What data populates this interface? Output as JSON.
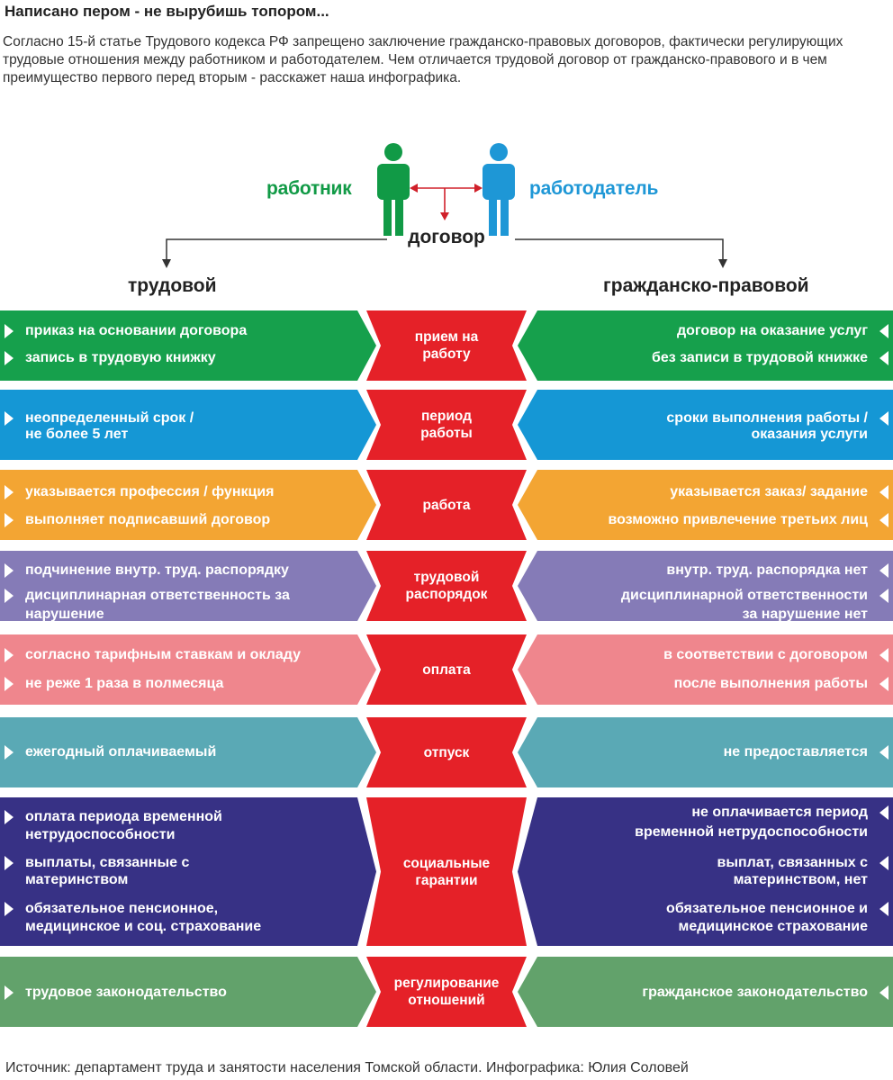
{
  "headline": "Написано пером - не вырубишь топором...",
  "intro": "Согласно 15-й статье Трудового кодекса РФ запрещено заключение гражданско-правовых договоров, фактически регулирующих трудовые отношения между работником и работодателем. Чем отличается трудовой договор от гражданско-правового и в чем преимущество первого перед вторым - расскажет наша инфографика.",
  "diagram": {
    "worker_label": "работник",
    "employer_label": "работодатель",
    "contract_label": "договор",
    "left_column": "трудовой",
    "right_column": "гражданско-правовой",
    "worker_icon": "person-icon",
    "employer_icon": "person-icon"
  },
  "colors": {
    "worker": "#119a46",
    "employer": "#1e97d6",
    "center": "#e52128"
  },
  "rows": [
    {
      "center": [
        "прием на",
        "работу"
      ],
      "color": "#16a04c",
      "left": [
        [
          "приказ на основании договора"
        ],
        [
          "запись в трудовую книжку"
        ]
      ],
      "right": [
        [
          "договор на оказание услуг"
        ],
        [
          "без записи в трудовой книжке"
        ]
      ]
    },
    {
      "center": [
        "период",
        "работы"
      ],
      "color": "#1597d5",
      "left": [
        [
          "неопределенный срок /",
          "не более 5 лет"
        ]
      ],
      "right": [
        [
          "сроки выполнения работы /",
          "оказания услуги"
        ]
      ]
    },
    {
      "center": [
        "работа"
      ],
      "color": "#f3a533",
      "left": [
        [
          "указывается профессия / функция"
        ],
        [
          "выполняет подписавший договор"
        ]
      ],
      "right": [
        [
          "указывается заказ/ задание"
        ],
        [
          "возможно привлечение третьих лиц"
        ]
      ]
    },
    {
      "center": [
        "трудовой",
        "распорядок"
      ],
      "color": "#857bb7",
      "left": [
        [
          "подчинение внутр. труд. распорядку"
        ],
        [
          "дисциплинарная ответственность за",
          "нарушение"
        ]
      ],
      "right": [
        [
          "внутр. труд. распорядка нет"
        ],
        [
          "дисциплинарной ответственности",
          "за нарушение нет"
        ]
      ]
    },
    {
      "center": [
        "оплата"
      ],
      "color": "#ef868d",
      "left": [
        [
          "согласно тарифным ставкам и окладу"
        ],
        [
          "не реже 1 раза в полмесяца"
        ]
      ],
      "right": [
        [
          "в соответствии с договором"
        ],
        [
          "после выполнения работы"
        ]
      ]
    },
    {
      "center": [
        "отпуск"
      ],
      "color": "#5aa9b5",
      "left": [
        [
          "ежегодный оплачиваемый"
        ]
      ],
      "right": [
        [
          "не предоставляется"
        ]
      ]
    },
    {
      "center": [
        "социальные",
        "гарантии"
      ],
      "color": "#373185",
      "left": [
        [
          "оплата периода временной",
          "нетрудоспособности"
        ],
        [
          "выплаты, связанные с",
          "материнством"
        ],
        [
          "обязательное пенсионное,",
          "медицинское и соц. страхование"
        ]
      ],
      "right": [
        [
          "не оплачивается период",
          "временной нетрудоспособности"
        ],
        [
          "выплат, связанных с",
          "материнством, нет"
        ],
        [
          "обязательное пенсионное и",
          "медицинское страхование"
        ]
      ]
    },
    {
      "center": [
        "регулирование",
        "отношений"
      ],
      "color": "#62a26b",
      "left": [
        [
          "трудовое законодательство"
        ]
      ],
      "right": [
        [
          "гражданское законодательство"
        ]
      ]
    }
  ],
  "source": "Источник: департамент труда и занятости населения Томской области. Инфографика: Юлия Соловей"
}
